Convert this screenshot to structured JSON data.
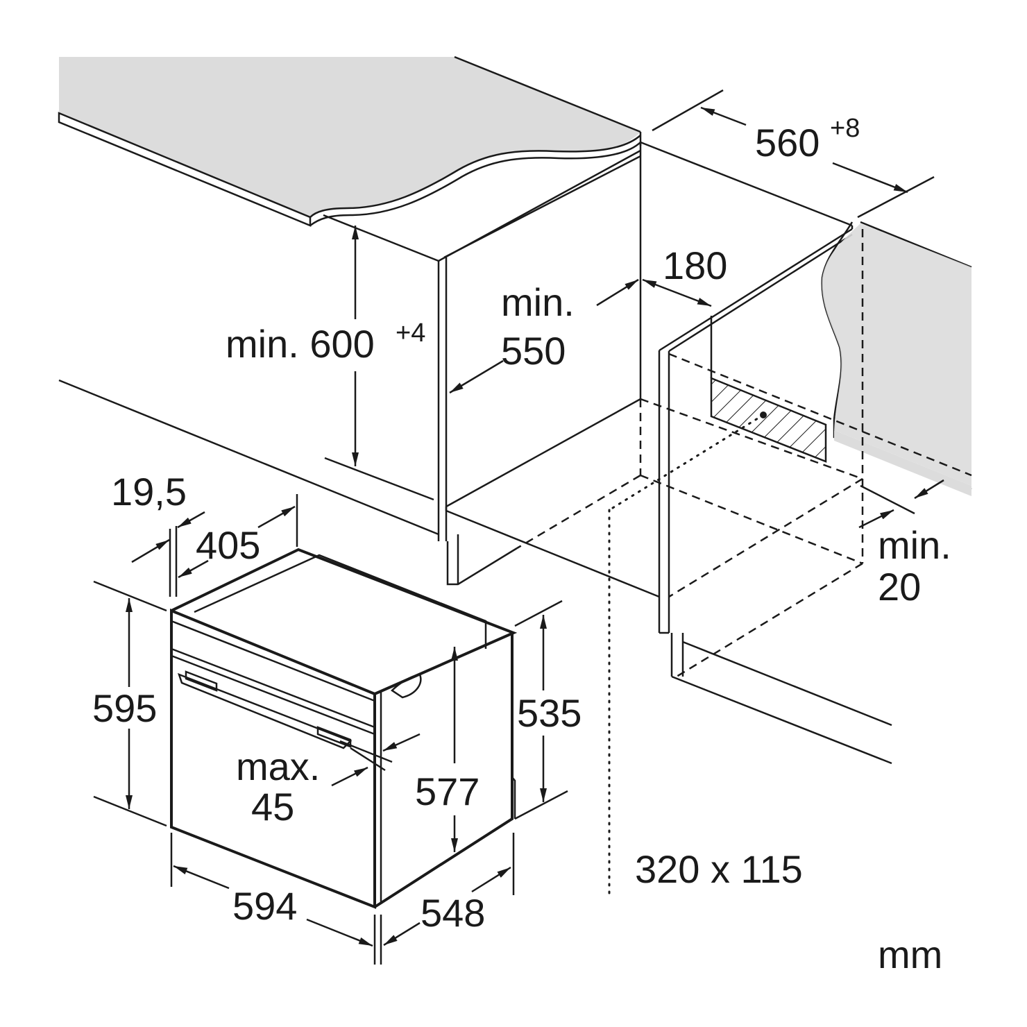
{
  "units": "mm",
  "labels": {
    "niche_depth_prefix": "560",
    "niche_depth_sup": "+8",
    "niche_height_prefix": "min. 600",
    "niche_height_sup": "+4",
    "cabinet_depth_line1": "min.",
    "cabinet_depth_line2": "550",
    "gap_back": "180",
    "gap_side_line1": "min.",
    "gap_side_line2": "20",
    "front_thickness": "19,5",
    "top_recess": "405",
    "oven_height": "595",
    "oven_body_height": "535",
    "inner_depth": "577",
    "handle_protrusion_line1": "max.",
    "handle_protrusion_line2": "45",
    "oven_width": "594",
    "oven_depth": "548",
    "vent_opening": "320 x 115"
  }
}
